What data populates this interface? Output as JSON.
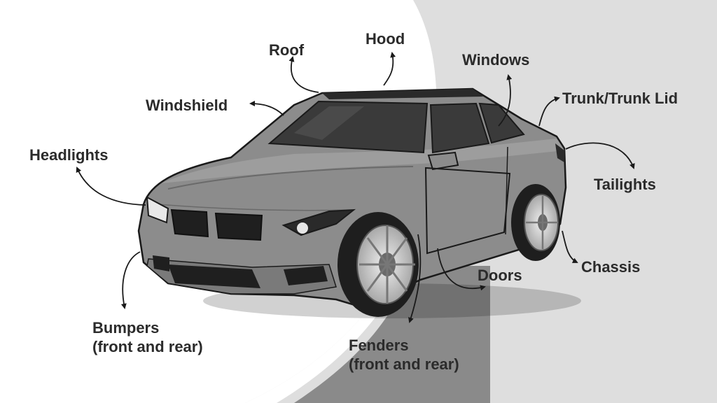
{
  "labels": {
    "roof": "Roof",
    "hood": "Hood",
    "windows": "Windows",
    "windshield": "Windshield",
    "trunk": "Trunk/Trunk Lid",
    "headlights": "Headlights",
    "tailights": "Tailights",
    "chassis": "Chassis",
    "doors": "Doors",
    "bumpers_line1": "Bumpers",
    "bumpers_line2": "(front and rear)",
    "fenders_line1": "Fenders",
    "fenders_line2": "(front and rear)"
  },
  "colors": {
    "background_light": "#ffffff",
    "background_grey": "#dedede",
    "road_grey": "#8a8a8a",
    "car_body": "#8c8c8c",
    "glass": "#3a3a3a",
    "outline": "#1a1a1a",
    "text": "#2b2b2b"
  }
}
